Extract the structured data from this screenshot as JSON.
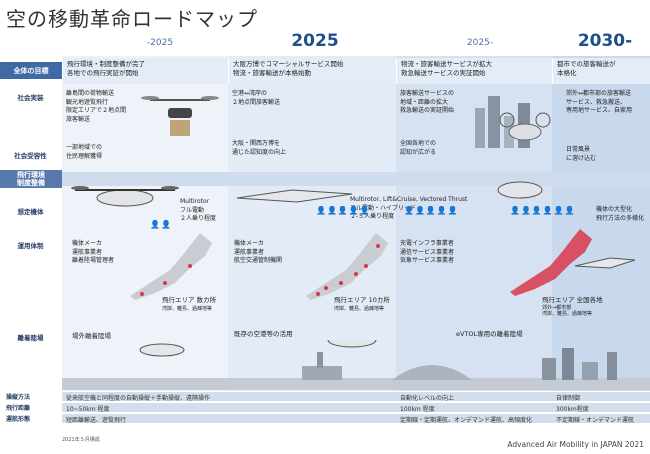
{
  "title": "空の移動革命ロードマップ",
  "phases": [
    "-2025",
    "2025",
    "2025-",
    "2030-"
  ],
  "lanes": {
    "goal": "全体の目標",
    "social_impl": "社会実装",
    "social_accept": "社会受容性",
    "env": "飛行環境\n制度整備",
    "aircraft": "想定機体",
    "operation": "運用体制",
    "port": "離着陸場",
    "method": "操縦方法",
    "distance": "飛行距離",
    "form": "運航形態"
  },
  "goals": [
    "飛行環境・制度整備が完了\n各地での飛行実証が開始",
    "大阪万博でコマーシャルサービス開始\n物流・旅客輸送が本格始動",
    "物流・旅客輸送サービスが拡大\n救急輸送サービスの実証開始",
    "都市での旅客輸送が\n本格化"
  ],
  "social_impl": [
    "離島間の荷物輸送\n観光地遊覧飛行\n限定エリアで２地点間\n旅客輸送",
    "空港↔湾岸の\n２地点間旅客輸送",
    "旅客輸送サービスの\n地域・距離の拡大\n救急輸送の実証開始",
    "郊外↔都市部の旅客輸送\nサービス、救急搬送、\n専用地サービス、自家用"
  ],
  "social_accept": [
    "一部地域での\n住民理解獲得",
    "大阪・関西万博を\n通じた認知度の向上",
    "全国各地での\n認知が広がる",
    "日常風景\nに溶け込む"
  ],
  "aircraft": [
    "Multirotor\nフル電動\n２人乗り程度",
    "Multirotor, Lift&Cruise, Vectored Thrust\nフル電動・ハイブリッド\n２-５人乗り程度",
    "機体の大型化\n飛行方法の多様化"
  ],
  "operation": [
    "機体メーカ\n運航事業者\n離着陸場管理者",
    "機体メーカ\n運航事業者\n航空交通管制機関",
    "充電インフラ事業者\n通信サービス事業者\n気象サービス事業者"
  ],
  "flight_areas": [
    {
      "label": "飛行エリア 数カ所",
      "sub": "湾岸、離島、過疎地等"
    },
    {
      "label": "飛行エリア 10カ所",
      "sub": "湾岸、離島、過疎地等"
    },
    {
      "label": "飛行エリア 全国各地",
      "sub": "郊外→都市部\n湾岸、離島、過疎地等"
    }
  ],
  "ports": [
    "場外離着陸場",
    "既存の空港等の活用",
    "eVTOL専用の離着陸場"
  ],
  "method": [
    "従来航空機と同程度の自動操縦＋手動操縦、遠隔操作",
    "自動化レベルの向上",
    "自律制御"
  ],
  "distance": [
    "10~50km 程度",
    "100km 程度",
    "300km程度"
  ],
  "form": [
    "短距離輸送、遊覧飛行",
    "定期線・定期運航、オンデマンド運航、高頻度化",
    "不定期線・オンデマンド運航"
  ],
  "date_note": "2021年５月構成",
  "credit": "Advanced Air Mobility in JAPAN 2021",
  "colors": {
    "accent": "#3f6aa4",
    "goal_bg": "#e3ecf7",
    "red_map": "#d9384a"
  }
}
